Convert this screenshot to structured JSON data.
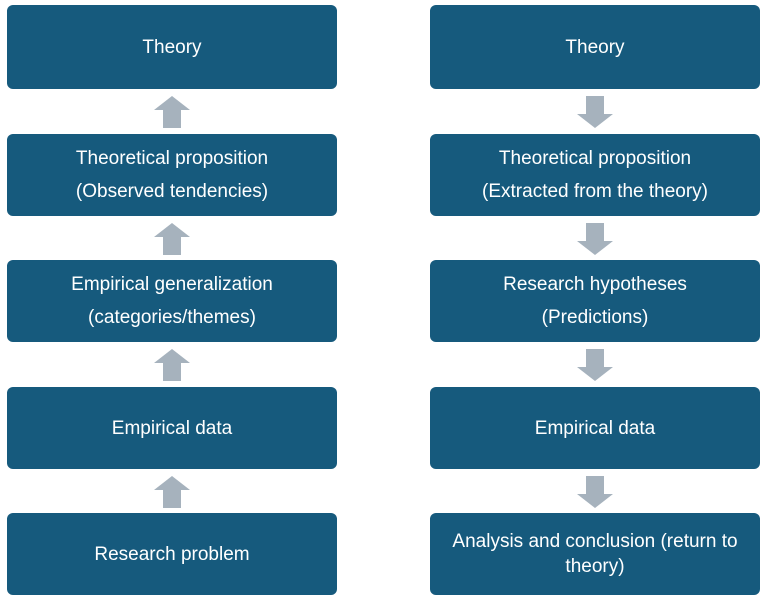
{
  "colors": {
    "box_fill": "#165a7d",
    "box_text": "#ffffff",
    "arrow_fill": "#a6b2bd"
  },
  "left": {
    "boxes": [
      {
        "lines": [
          "Theory"
        ]
      },
      {
        "lines": [
          "Theoretical proposition",
          "(Observed tendencies)"
        ]
      },
      {
        "lines": [
          "Empirical generalization",
          "(categories/themes)"
        ]
      },
      {
        "lines": [
          "Empirical data"
        ]
      },
      {
        "lines": [
          "Research problem"
        ]
      }
    ],
    "arrow_direction": "up"
  },
  "right": {
    "boxes": [
      {
        "lines": [
          "Theory"
        ]
      },
      {
        "lines": [
          "Theoretical proposition",
          "(Extracted from the theory)"
        ]
      },
      {
        "lines": [
          "Research hypotheses",
          "(Predictions)"
        ]
      },
      {
        "lines": [
          "Empirical data"
        ]
      },
      {
        "lines": [
          "Analysis and conclusion (return to theory)"
        ]
      }
    ],
    "arrow_direction": "down"
  }
}
